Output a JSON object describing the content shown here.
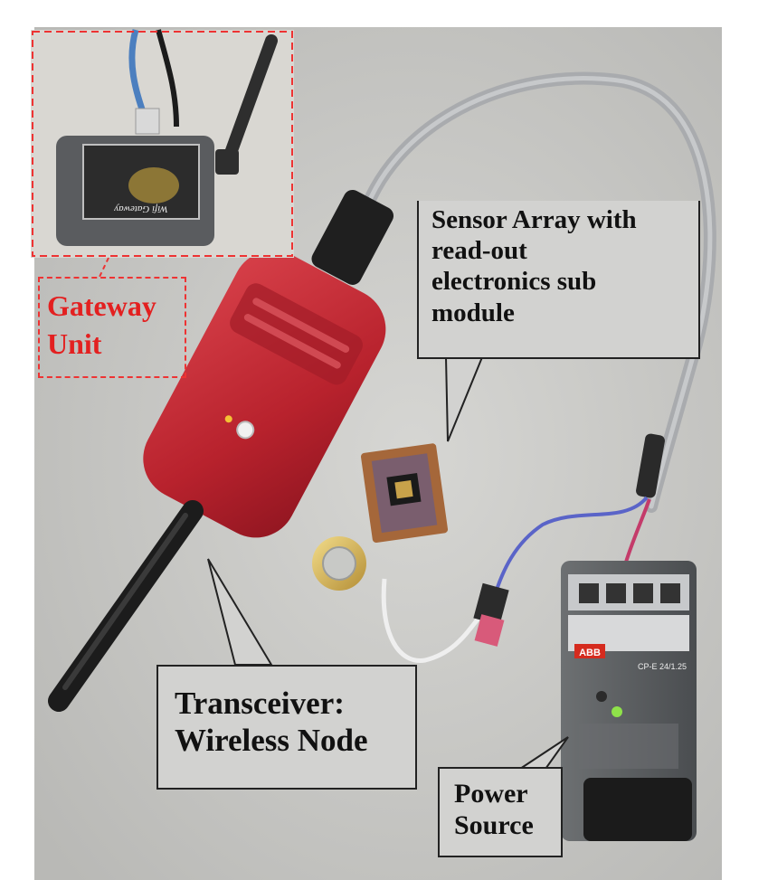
{
  "labels": {
    "gateway_unit": [
      "Gateway",
      "Unit"
    ],
    "sensor_array": [
      "Sensor Array with",
      "read-out",
      "electronics sub",
      "module"
    ],
    "transceiver": [
      "Transceiver:",
      "Wireless Node"
    ],
    "power_source": [
      "Power",
      "Source"
    ]
  },
  "device_text": {
    "gateway_panel": "Wifi Gateway",
    "power_brand": "ABB",
    "power_model": "CP-E 24/1.25"
  },
  "colors": {
    "background": "#cbcbc8",
    "transceiver_red": "#c42a35",
    "gateway_grey": "#5a5c5f",
    "label_red": "#e32020",
    "callout_fill": "#d2d2d0"
  }
}
